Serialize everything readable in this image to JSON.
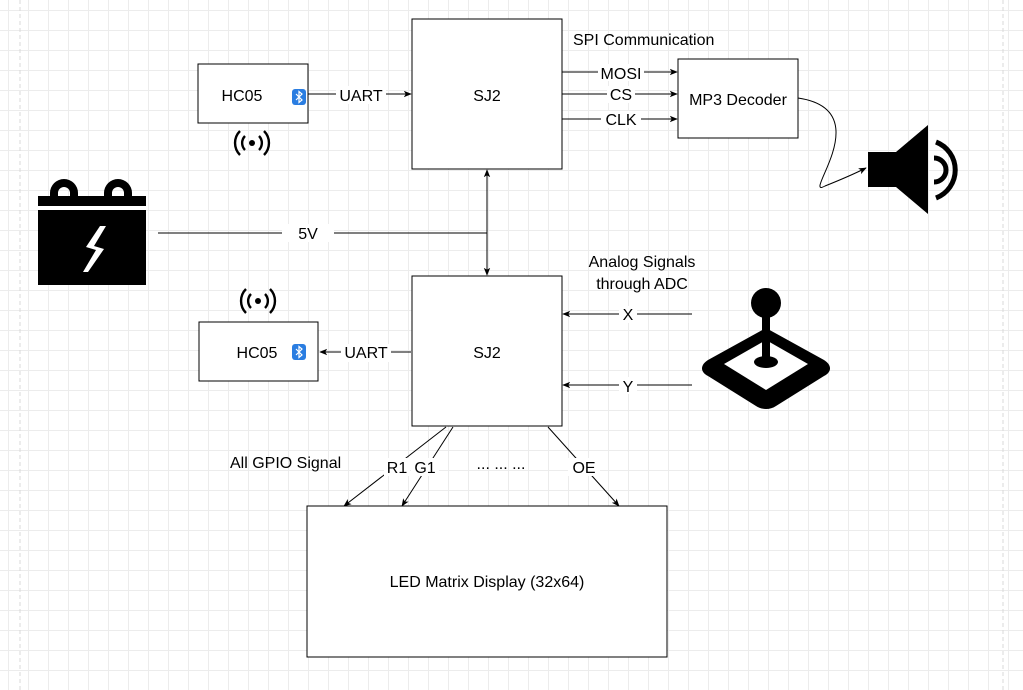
{
  "blocks": {
    "hc05_top": "HC05",
    "sj2_top": "SJ2",
    "mp3_decoder": "MP3 Decoder",
    "sj2_bottom": "SJ2",
    "hc05_bottom": "HC05",
    "led_matrix": "LED Matrix Display (32x64)"
  },
  "labels": {
    "uart_top": "UART",
    "uart_bottom": "UART",
    "spi_title": "SPI Communication",
    "mosi": "MOSI",
    "cs": "CS",
    "clk": "CLK",
    "power": "5V",
    "analog_line1": "Analog Signals",
    "analog_line2": "through ADC",
    "x": "X",
    "y": "Y",
    "gpio_title": "All GPIO Signal",
    "r1": "R1",
    "g1": "G1",
    "ellipsis": "... ... ...",
    "oe": "OE"
  },
  "icons": {
    "bluetooth_top": "bluetooth-icon",
    "bluetooth_bottom": "bluetooth-icon",
    "wireless_top": "wireless-signal-icon",
    "wireless_bottom": "wireless-signal-icon",
    "battery": "battery-icon",
    "speaker": "speaker-icon",
    "joystick": "joystick-icon"
  },
  "colors": {
    "bluetooth": "#2a7de1",
    "stroke": "#000000"
  }
}
